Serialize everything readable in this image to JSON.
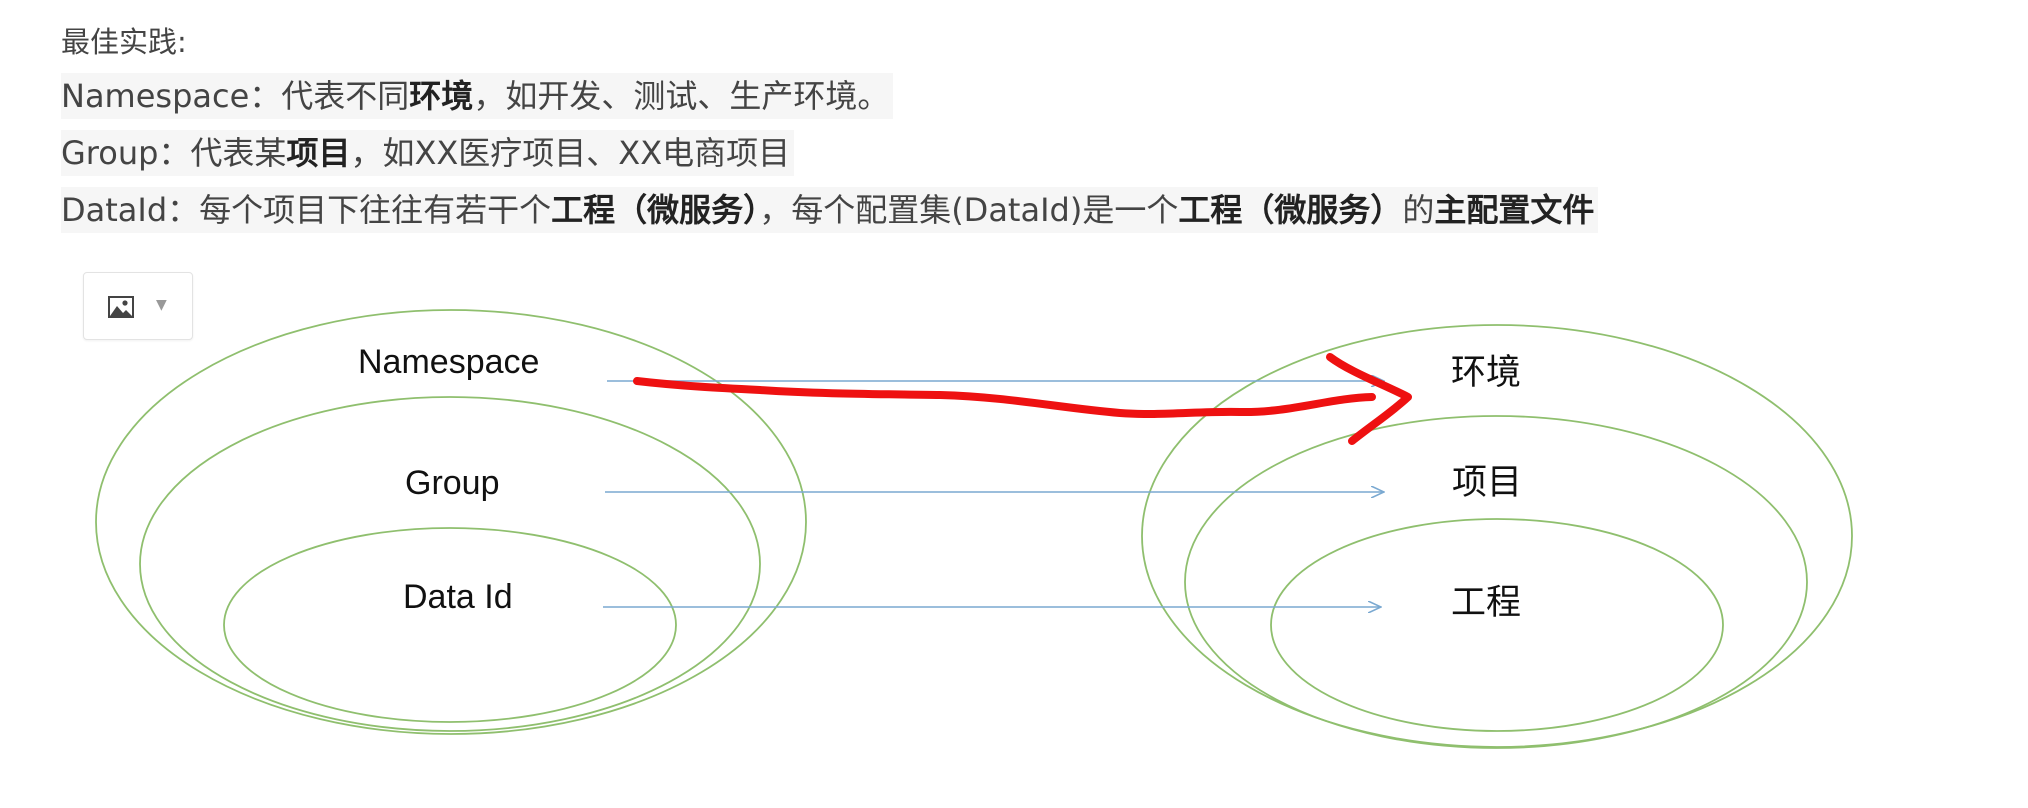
{
  "heading": "最佳实践:",
  "lines": {
    "namespace": {
      "prefix": "Namespace：代表不同",
      "bold1": "环境",
      "suffix": "，如开发、测试、生产环境。"
    },
    "group": {
      "prefix": "Group：代表某",
      "bold1": "项目",
      "suffix": "，如XX医疗项目、XX电商项目"
    },
    "dataid": {
      "prefix": "DataId：每个项目下往往有若干个",
      "bold1": "工程（微服务）",
      "mid1": "，每个配置集(DataId)是一个",
      "bold2": "工程（微服务）",
      "mid2": "的",
      "bold3": "主配置文件"
    }
  },
  "image_toolbar": {
    "icon": "image-icon",
    "dropdown_icon": "caret-down-icon"
  },
  "diagram": {
    "left_labels": {
      "namespace": "Namespace",
      "group": "Group",
      "dataid": "Data Id"
    },
    "right_labels": {
      "env": "环境",
      "project": "项目",
      "engineering": "工程"
    },
    "colors": {
      "ellipse": "#8fbf6e",
      "arrow": "#7aa9d1",
      "annotation": "#ee1111"
    }
  }
}
